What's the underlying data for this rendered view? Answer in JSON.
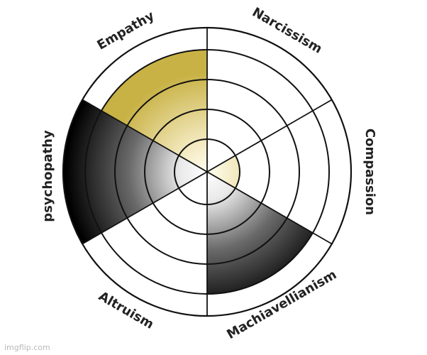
{
  "chart_data": {
    "type": "radial-sector",
    "rings": 5,
    "segments": [
      {
        "name": "Empathy",
        "value": 4,
        "fill": "gold"
      },
      {
        "name": "Narcissism",
        "value": 0,
        "fill": "none"
      },
      {
        "name": "Compassion",
        "value": 1,
        "fill": "gold"
      },
      {
        "name": "Machiavellianism",
        "value": 4,
        "fill": "dark"
      },
      {
        "name": "Altruism",
        "value": 0,
        "fill": "none"
      },
      {
        "name": "psychopathy",
        "value": 5,
        "fill": "dark"
      }
    ]
  },
  "labels": {
    "empathy": "Empathy",
    "narcissism": "Narcissism",
    "compassion": "Compassion",
    "machiavellianism": "Machiavellianism",
    "altruism": "Altruism",
    "psychopathy": "psychopathy"
  },
  "colors": {
    "gold_outer": "#c9b44a",
    "gold_inner": "#fffbe6",
    "dark_outer": "#000000",
    "dark_inner": "#ffffff",
    "stroke": "#111111"
  },
  "watermark": "imgflip.com"
}
